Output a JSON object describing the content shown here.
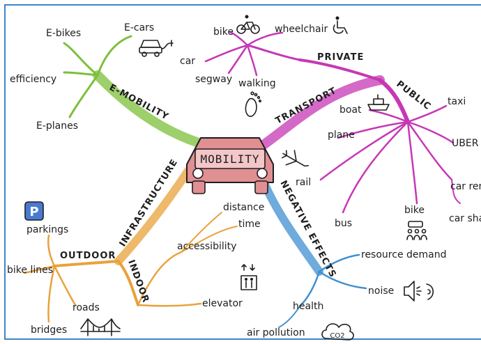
{
  "center": {
    "label": "MOBILITY"
  },
  "branches": {
    "emobility": {
      "label": "E-MOBILITY",
      "color": "#7cbf3a",
      "items": [
        "E-bikes",
        "E-cars",
        "efficiency",
        "E-planes"
      ]
    },
    "transport": {
      "label": "TRANSPORT",
      "color": "#c637b5",
      "private": {
        "label": "PRIVATE",
        "items": [
          "bike",
          "wheelchair",
          "car",
          "segway",
          "walking"
        ]
      },
      "public": {
        "label": "PUBLIC",
        "items": [
          "boat",
          "taxi",
          "UBER",
          "plane",
          "rail",
          "bus",
          "bike",
          "car renta",
          "car sharin"
        ]
      }
    },
    "infrastructure": {
      "label": "INFRASTRUCTURE",
      "color": "#e8a23a",
      "outdoor": {
        "label": "OUTDOOR",
        "items": [
          "parkings",
          "bike lines",
          "roads",
          "bridges"
        ]
      },
      "indoor": {
        "label": "INDOOR",
        "items": [
          "accessibility",
          "distance",
          "time",
          "elevator"
        ]
      }
    },
    "negative": {
      "label": "NEGATIVE EFFECTS",
      "color": "#3f8fd0",
      "items": [
        "resource demand",
        "noise",
        "health",
        "air pollution"
      ]
    }
  },
  "icons": {
    "parking_letter": "P",
    "co2_label": "CO2"
  }
}
